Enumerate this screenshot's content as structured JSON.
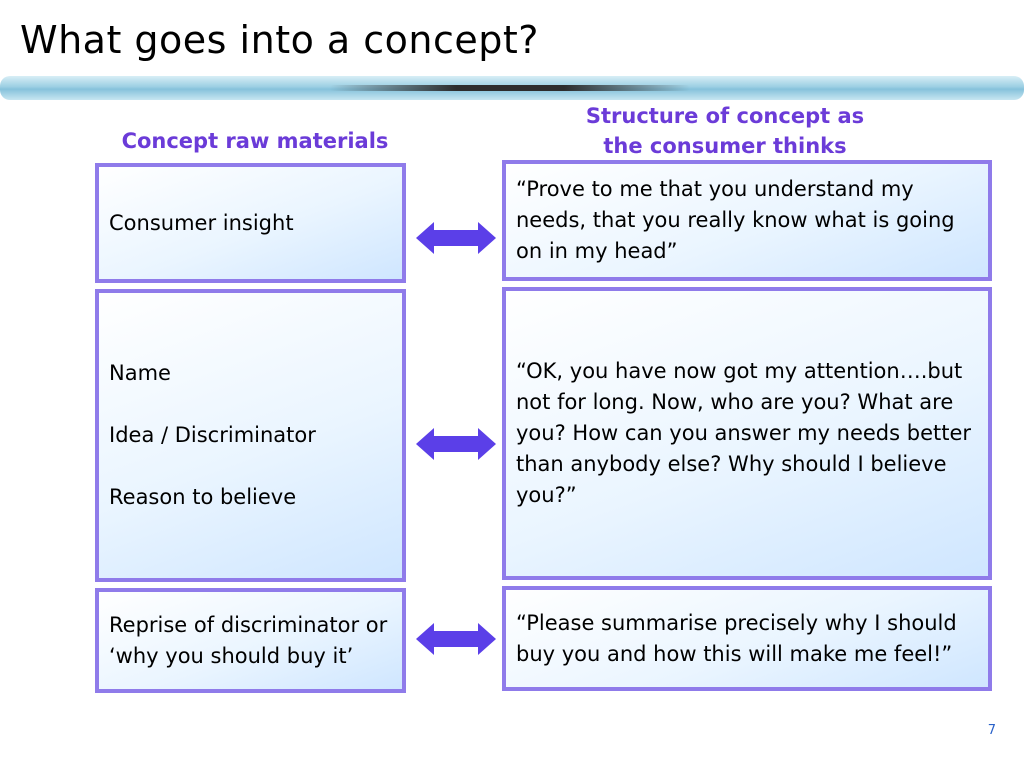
{
  "title": "What goes into a concept?",
  "headings": {
    "left": "Concept raw materials",
    "right_line1": "Structure of concept as",
    "right_line2": "the consumer thinks"
  },
  "rows": [
    {
      "left": "Consumer insight",
      "right": "“Prove to me that you understand my needs, that you really know what is going on in my head”"
    },
    {
      "left": "Name\n\nIdea / Discriminator\n\nReason to believe",
      "right": "“OK, you have now got my attention….but not for long. Now, who are you? What are you? How can you answer my needs better than anybody else? Why should I believe you?”"
    },
    {
      "left": "Reprise of discriminator or ‘why you should buy it’",
      "right": "“Please summarise precisely why I should buy you and how this will make me feel!”"
    }
  ],
  "page_number": "7",
  "colors": {
    "accent": "#6b3bd8",
    "box_border": "#8f7bea",
    "arrow": "#5b3fe8",
    "page_number": "#2a62c9"
  },
  "icons": [
    "double-arrow-icon"
  ]
}
